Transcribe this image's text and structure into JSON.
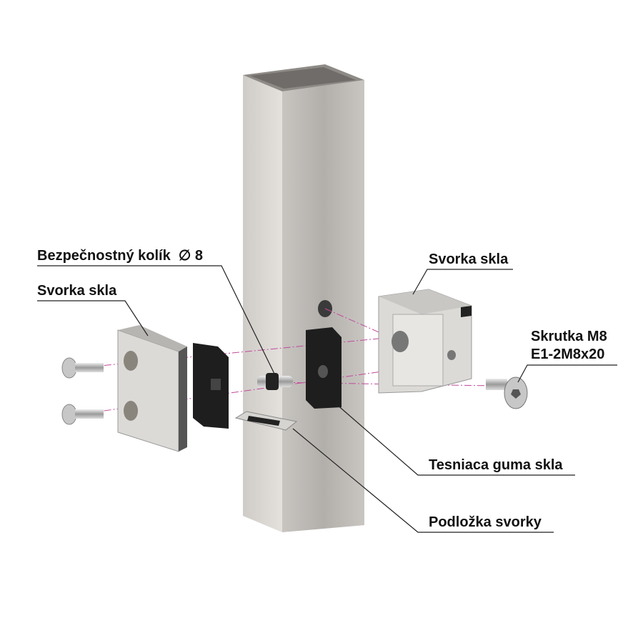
{
  "labels": {
    "safety_pin": "Bezpečnostný kolík",
    "safety_pin_diameter": "∅ 8",
    "glass_clamp_left": "Svorka skla",
    "glass_clamp_right": "Svorka skla",
    "screw_line1": "Skrutka M8",
    "screw_line2": "E1-2M8x20",
    "glass_rubber_seal": "Tesniaca guma skla",
    "clamp_washer": "Podložka svorky"
  },
  "colors": {
    "leader": "#222222",
    "axis_line": "#c04a9a",
    "post_left": "#d9d6d2",
    "post_right": "#b9b6b2",
    "rubber": "#1e1e1e"
  }
}
